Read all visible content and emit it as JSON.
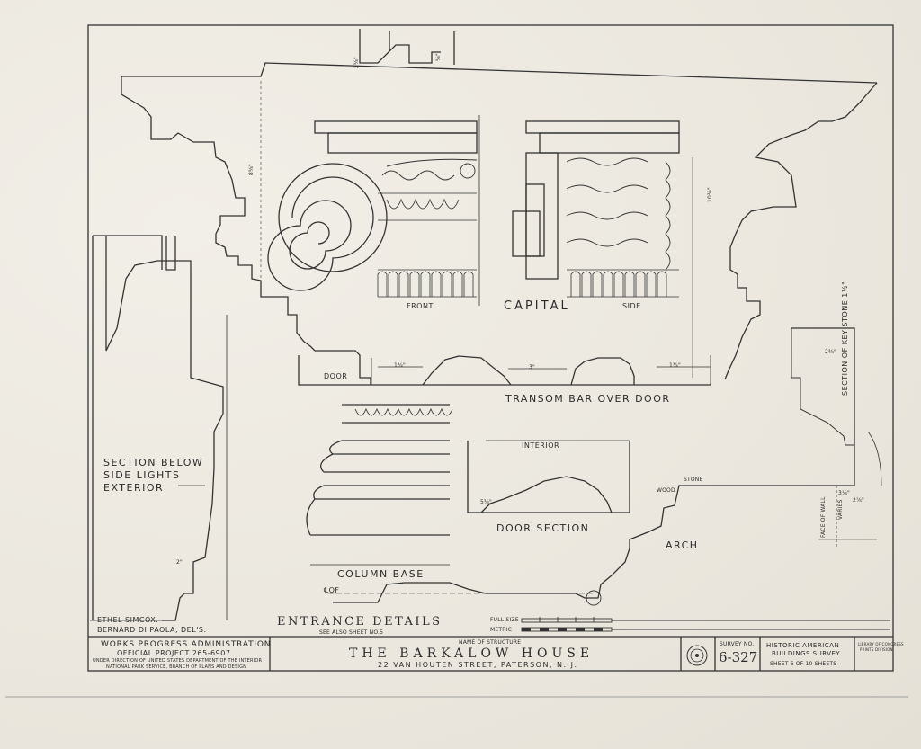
{
  "views": {
    "capital": "CAPITAL",
    "front": "FRONT",
    "side": "SIDE",
    "transom_bar": "TRANSOM BAR OVER DOOR",
    "door": "DOOR",
    "interior": "INTERIOR",
    "door_section": "DOOR SECTION",
    "arch": "ARCH",
    "column_base": "COLUMN BASE",
    "section_below": [
      "SECTION BELOW",
      "SIDE LIGHTS",
      "EXTERIOR"
    ],
    "section_key_stone": "SECTION OF KEY STONE 1½\"",
    "face_of_wall": "FACE OF WALL",
    "varies": "VARIES",
    "wood": "WOOD",
    "stone": "STONE",
    "cl": "℄OF"
  },
  "dimensions": {
    "transom_left": "1¾\"",
    "transom_mid": "3\"",
    "transom_right": "1¾\"",
    "capital_height_left": "8⅝\"",
    "capital_height_right": "10⅜\"",
    "door_sec": "5⅜\"",
    "base_2": "2\"",
    "keystone_a": "2⅜\"",
    "keystone_b": "3⅛\"",
    "keystone_c": "2⅞\"",
    "top_a": "2⅝\"",
    "top_b": "⅝\""
  },
  "footer": {
    "drawn_by": [
      "ETHEL SIMCOX.",
      "BERNARD DI PAOLA, DEL'S."
    ],
    "sheet_title": "ENTRANCE DETAILS",
    "see_also": "SEE ALSO SHEET NO.5",
    "full_size": "FULL SIZE",
    "metric": "METRIC"
  },
  "title_block": {
    "agency_1": "WORKS PROGRESS ADMINISTRATION",
    "agency_2": "OFFICIAL PROJECT    265-6907",
    "agency_3": "UNDER DIRECTION OF UNITED STATES DEPARTMENT OF THE INTERIOR",
    "agency_4": "NATIONAL PARK SERVICE, BRANCH OF PLANS AND DESIGN",
    "name_label": "NAME OF STRUCTURE",
    "structure_name": "THE  BARKALOW  HOUSE",
    "address": "22 VAN HOUTEN STREET,  PATERSON,  N. J.",
    "survey_label": "SURVEY NO.",
    "survey_no": "6-327",
    "habs_1": "HISTORIC AMERICAN",
    "habs_2": "BUILDINGS SURVEY",
    "sheet_text": "SHEET  6  OF  10  SHEETS",
    "lib_note_1": "LIBRARY OF CONGRESS",
    "lib_note_2": "PRINTS DIVISION"
  }
}
